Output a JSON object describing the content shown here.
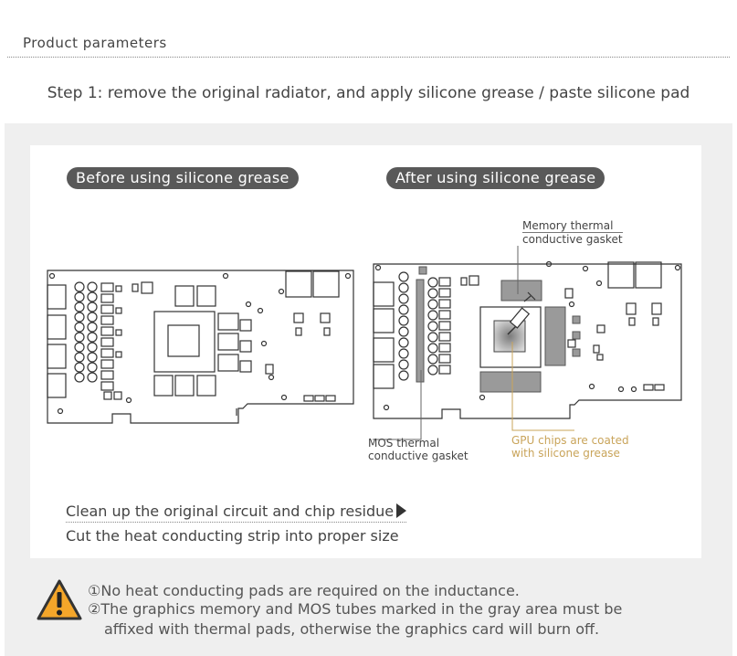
{
  "header": {
    "title": "Product parameters"
  },
  "step": {
    "text": "Step 1: remove the original radiator, and apply silicone grease / paste silicone pad"
  },
  "before": {
    "pill": "Before using silicone grease"
  },
  "after": {
    "pill": "After using silicone grease",
    "memory_label_1": "Memory thermal",
    "memory_label_2": "conductive gasket",
    "mos_label_1": "MOS thermal",
    "mos_label_2": "conductive gasket",
    "gpu_label_1": "GPU chips are coated",
    "gpu_label_2": "with silicone grease"
  },
  "notes": {
    "line1": "Clean up the original circuit and chip residue",
    "line2": "Cut the heat conducting strip into proper size"
  },
  "warning": {
    "line1": "①No heat conducting pads are required on the inductance.",
    "line2": "②The graphics memory and MOS tubes marked in the gray area must be",
    "line3": "affixed with thermal pads, otherwise the graphics card will burn off."
  },
  "colors": {
    "pill_bg": "#595959",
    "gray_pad": "#9a9a9a",
    "gold": "#c9a45a",
    "warning_orange": "#f4a62a"
  }
}
